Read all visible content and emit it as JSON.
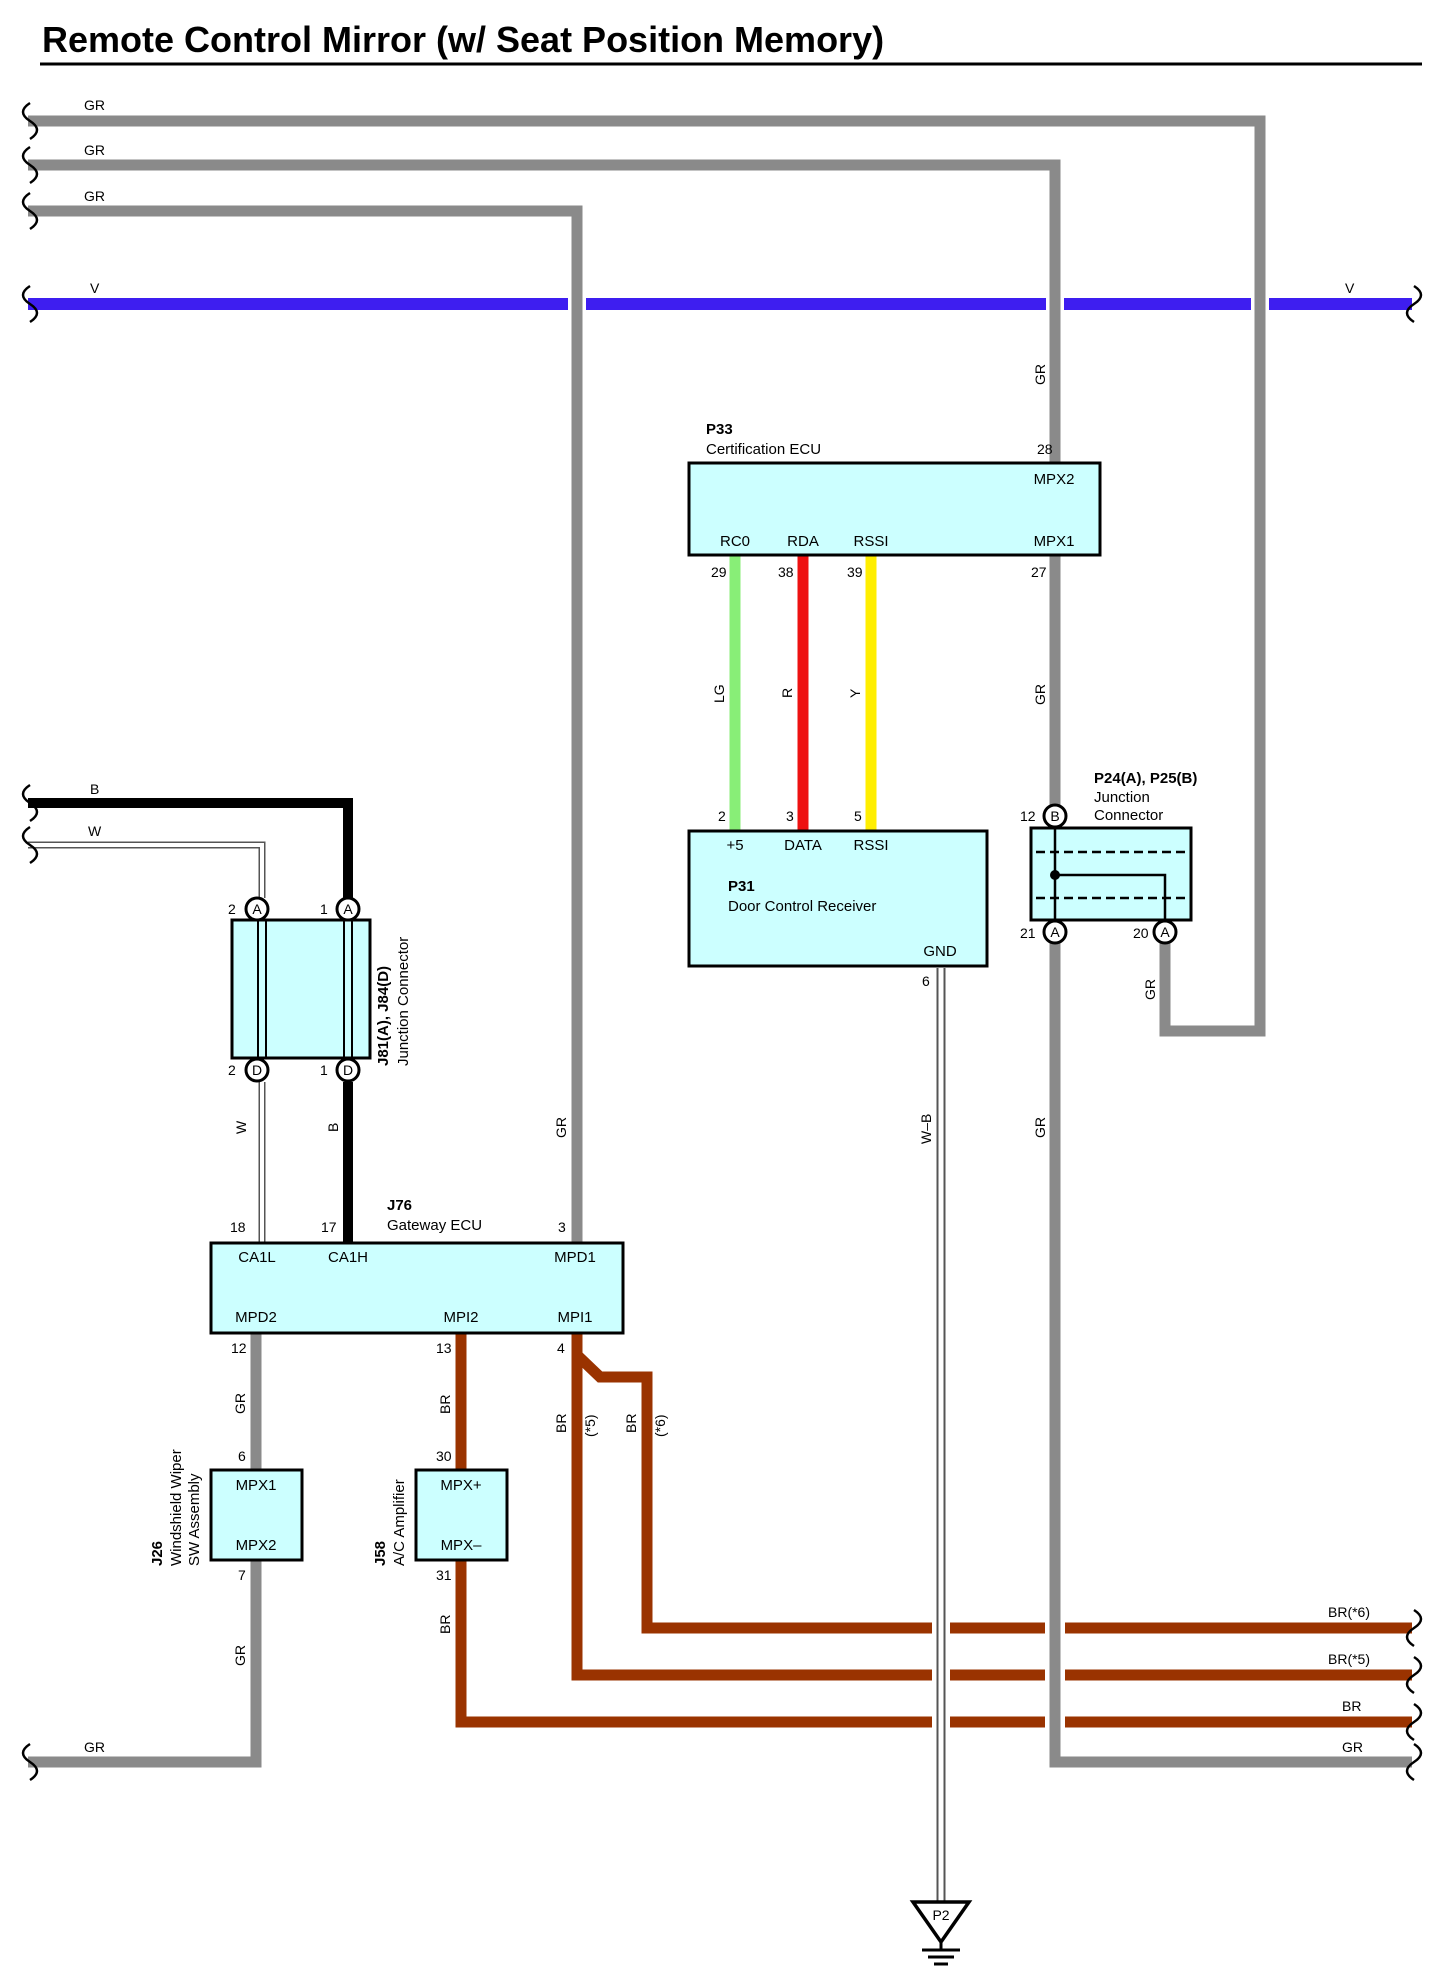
{
  "title": "Remote Control Mirror (w/ Seat Position Memory)",
  "colors": {
    "GR": "#8a8a8a",
    "V": "#3e1ef0",
    "BR": "#9a3300",
    "B": "#000000",
    "W": "#ffffff",
    "LG": "#88ee77",
    "R": "#ee1111",
    "Y": "#ffee00",
    "box_fill": "#ccffff"
  },
  "wire_labels": {
    "gr_top1": "GR",
    "gr_top2": "GR",
    "gr_top3": "GR",
    "v_left": "V",
    "v_right": "V",
    "gr_p33_in": "GR",
    "gr_p33_out": "GR",
    "gr_j76": "GR",
    "gr_down": "GR",
    "gr_p24": "GR",
    "lg": "LG",
    "r": "R",
    "y": "Y",
    "b_left": "B",
    "w_left": "W",
    "b_vert": "B",
    "w_vert": "W",
    "wb": "W–B",
    "gr_j26_in": "GR",
    "gr_j26_out": "GR",
    "br_j58_in": "BR",
    "br_j58_out": "BR",
    "br5": "BR",
    "br5_tag": "(*5)",
    "br6": "BR",
    "br6_tag": "(*6)",
    "gr_bottom_left": "GR",
    "right_br6": "BR(*6)",
    "right_br5": "BR(*5)",
    "right_br": "BR",
    "right_gr": "GR"
  },
  "components": {
    "p33": {
      "id": "P33",
      "name": "Certification ECU",
      "terms": {
        "mpx2": "MPX2",
        "rc0": "RC0",
        "rda": "RDA",
        "rssi": "RSSI",
        "mpx1": "MPX1"
      },
      "pins": {
        "mpx2": "28",
        "rc0": "29",
        "rda": "38",
        "rssi": "39",
        "mpx1": "27"
      }
    },
    "p31": {
      "id": "P31",
      "name": "Door Control Receiver",
      "terms": {
        "p5": "+5",
        "data": "DATA",
        "rssi": "RSSI",
        "gnd": "GND"
      },
      "pins": {
        "p5": "2",
        "data": "3",
        "rssi": "5",
        "gnd": "6"
      }
    },
    "p24": {
      "id": "P24(A), P25(B)",
      "name_line1": "Junction",
      "name_line2": "Connector",
      "pins": {
        "b": "12",
        "a21": "21",
        "a20": "20"
      },
      "letters": {
        "b": "B",
        "a21": "A",
        "a20": "A"
      }
    },
    "j81": {
      "id": "J81(A), J84(D)",
      "name": "Junction Connector",
      "pins": {
        "a2": "2",
        "a1": "1",
        "d2": "2",
        "d1": "1"
      },
      "letters": {
        "a2": "A",
        "a1": "A",
        "d2": "D",
        "d1": "D"
      }
    },
    "j76": {
      "id": "J76",
      "name": "Gateway ECU",
      "terms": {
        "ca1l": "CA1L",
        "ca1h": "CA1H",
        "mpd1": "MPD1",
        "mpd2": "MPD2",
        "mpi2": "MPI2",
        "mpi1": "MPI1"
      },
      "pins": {
        "ca1l": "18",
        "ca1h": "17",
        "mpd1": "3",
        "mpd2": "12",
        "mpi2": "13",
        "mpi1": "4"
      }
    },
    "j26": {
      "id": "J26",
      "name_line1": "Windshield Wiper",
      "name_line2": "SW Assembly",
      "terms": {
        "mpx1": "MPX1",
        "mpx2": "MPX2"
      },
      "pins": {
        "mpx1": "6",
        "mpx2": "7"
      }
    },
    "j58": {
      "id": "J58",
      "name": "A/C Amplifier",
      "terms": {
        "mpxp": "MPX+",
        "mpxm": "MPX–"
      },
      "pins": {
        "mpxp": "30",
        "mpxm": "31"
      }
    },
    "p2": {
      "id": "P2"
    }
  }
}
